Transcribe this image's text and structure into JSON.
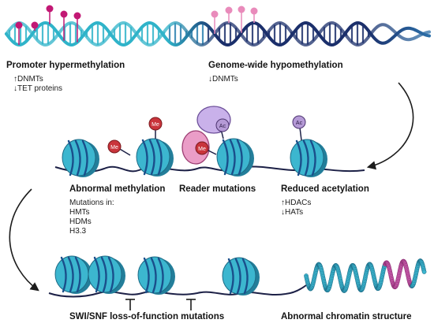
{
  "top_left": {
    "title": "Promoter hypermethylation",
    "lines": [
      "↑DNMTs",
      "↓TET proteins"
    ]
  },
  "top_right": {
    "title": "Genome-wide hypomethylation",
    "lines": [
      "↓DNMTs"
    ]
  },
  "middle_left": {
    "title": "Abnormal methylation",
    "lines": [
      "Mutations in:",
      "HMTs",
      "HDMs",
      "H3.3"
    ]
  },
  "middle_center": {
    "title": "Reader mutations"
  },
  "middle_right": {
    "title": "Reduced acetylation",
    "lines": [
      "↑HDACs",
      "↓HATs"
    ]
  },
  "bottom_left": {
    "title": "SWI/SNF loss-of-function mutations"
  },
  "bottom_right": {
    "title": "Abnormal chromatin structure"
  },
  "marks": {
    "me": "Me",
    "ac": "Ac"
  },
  "colors": {
    "dna_light": "#2fb3c9",
    "dna_dark": "#1b2f6b",
    "methyl_strong": "#c21874",
    "methyl_light": "#e98bbb",
    "nucleosome": "#3cb6cf",
    "nucleosome_band": "#1a4f8b",
    "linker": "#1c2046",
    "me_badge": "#c9343b",
    "ac_badge": "#b59ad6",
    "reader_purple": "#c9b1ea",
    "reader_pink": "#ea9dc7"
  }
}
